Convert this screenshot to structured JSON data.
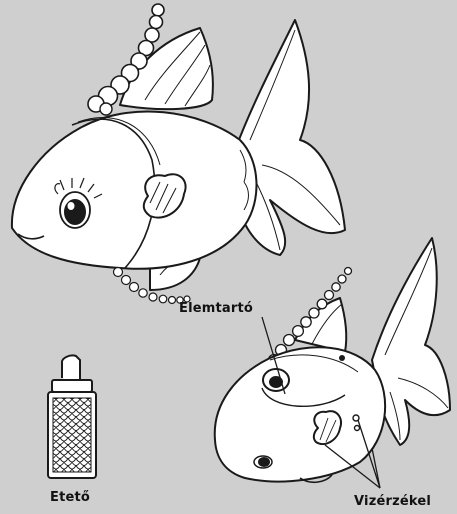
{
  "labels": {
    "holder": "Elemtartó",
    "feeder": "Etető",
    "water_sensors": "Vizérzékel"
  },
  "colors": {
    "background": "#cfcfcf",
    "fill": "#ffffff",
    "line": "#1a1a1a"
  }
}
